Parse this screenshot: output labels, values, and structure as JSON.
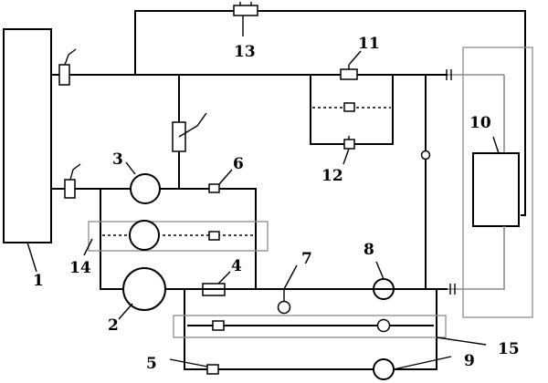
{
  "labels": {
    "n1": "1",
    "n2": "2",
    "n3": "3",
    "n4": "4",
    "n5": "5",
    "n6": "6",
    "n7": "7",
    "n8": "8",
    "n9": "9",
    "n10": "10",
    "n11": "11",
    "n12": "12",
    "n13": "13",
    "n14": "14",
    "n15": "15"
  },
  "colors": {
    "line": "#000000",
    "grey_box": "#8c8c8c"
  }
}
